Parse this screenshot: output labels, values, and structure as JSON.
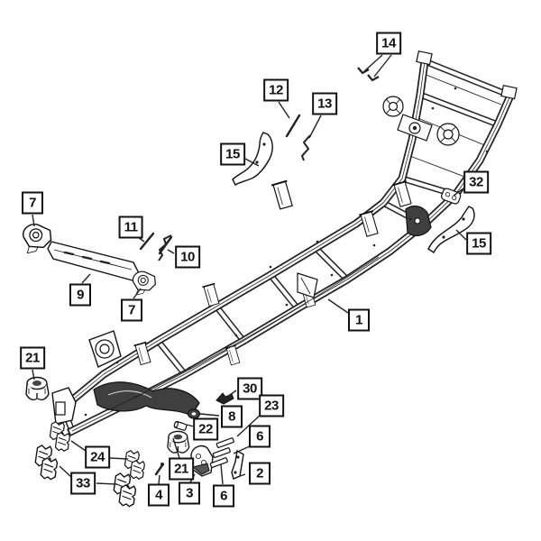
{
  "colors": {
    "background": "#ffffff",
    "line_art": "#222222",
    "callout_border": "#111111",
    "callout_background": "#ffffff",
    "callout_text": "#111111"
  },
  "callouts": [
    {
      "label": "14"
    },
    {
      "label": "12"
    },
    {
      "label": "13"
    },
    {
      "label": "15"
    },
    {
      "label": "32"
    },
    {
      "label": "15"
    },
    {
      "label": "7"
    },
    {
      "label": "11"
    },
    {
      "label": "10"
    },
    {
      "label": "9"
    },
    {
      "label": "7"
    },
    {
      "label": "1"
    },
    {
      "label": "21"
    },
    {
      "label": "30"
    },
    {
      "label": "23"
    },
    {
      "label": "8"
    },
    {
      "label": "22"
    },
    {
      "label": "6"
    },
    {
      "label": "24"
    },
    {
      "label": "21"
    },
    {
      "label": "2"
    },
    {
      "label": "33"
    },
    {
      "label": "4"
    },
    {
      "label": "3"
    },
    {
      "label": "6"
    }
  ]
}
